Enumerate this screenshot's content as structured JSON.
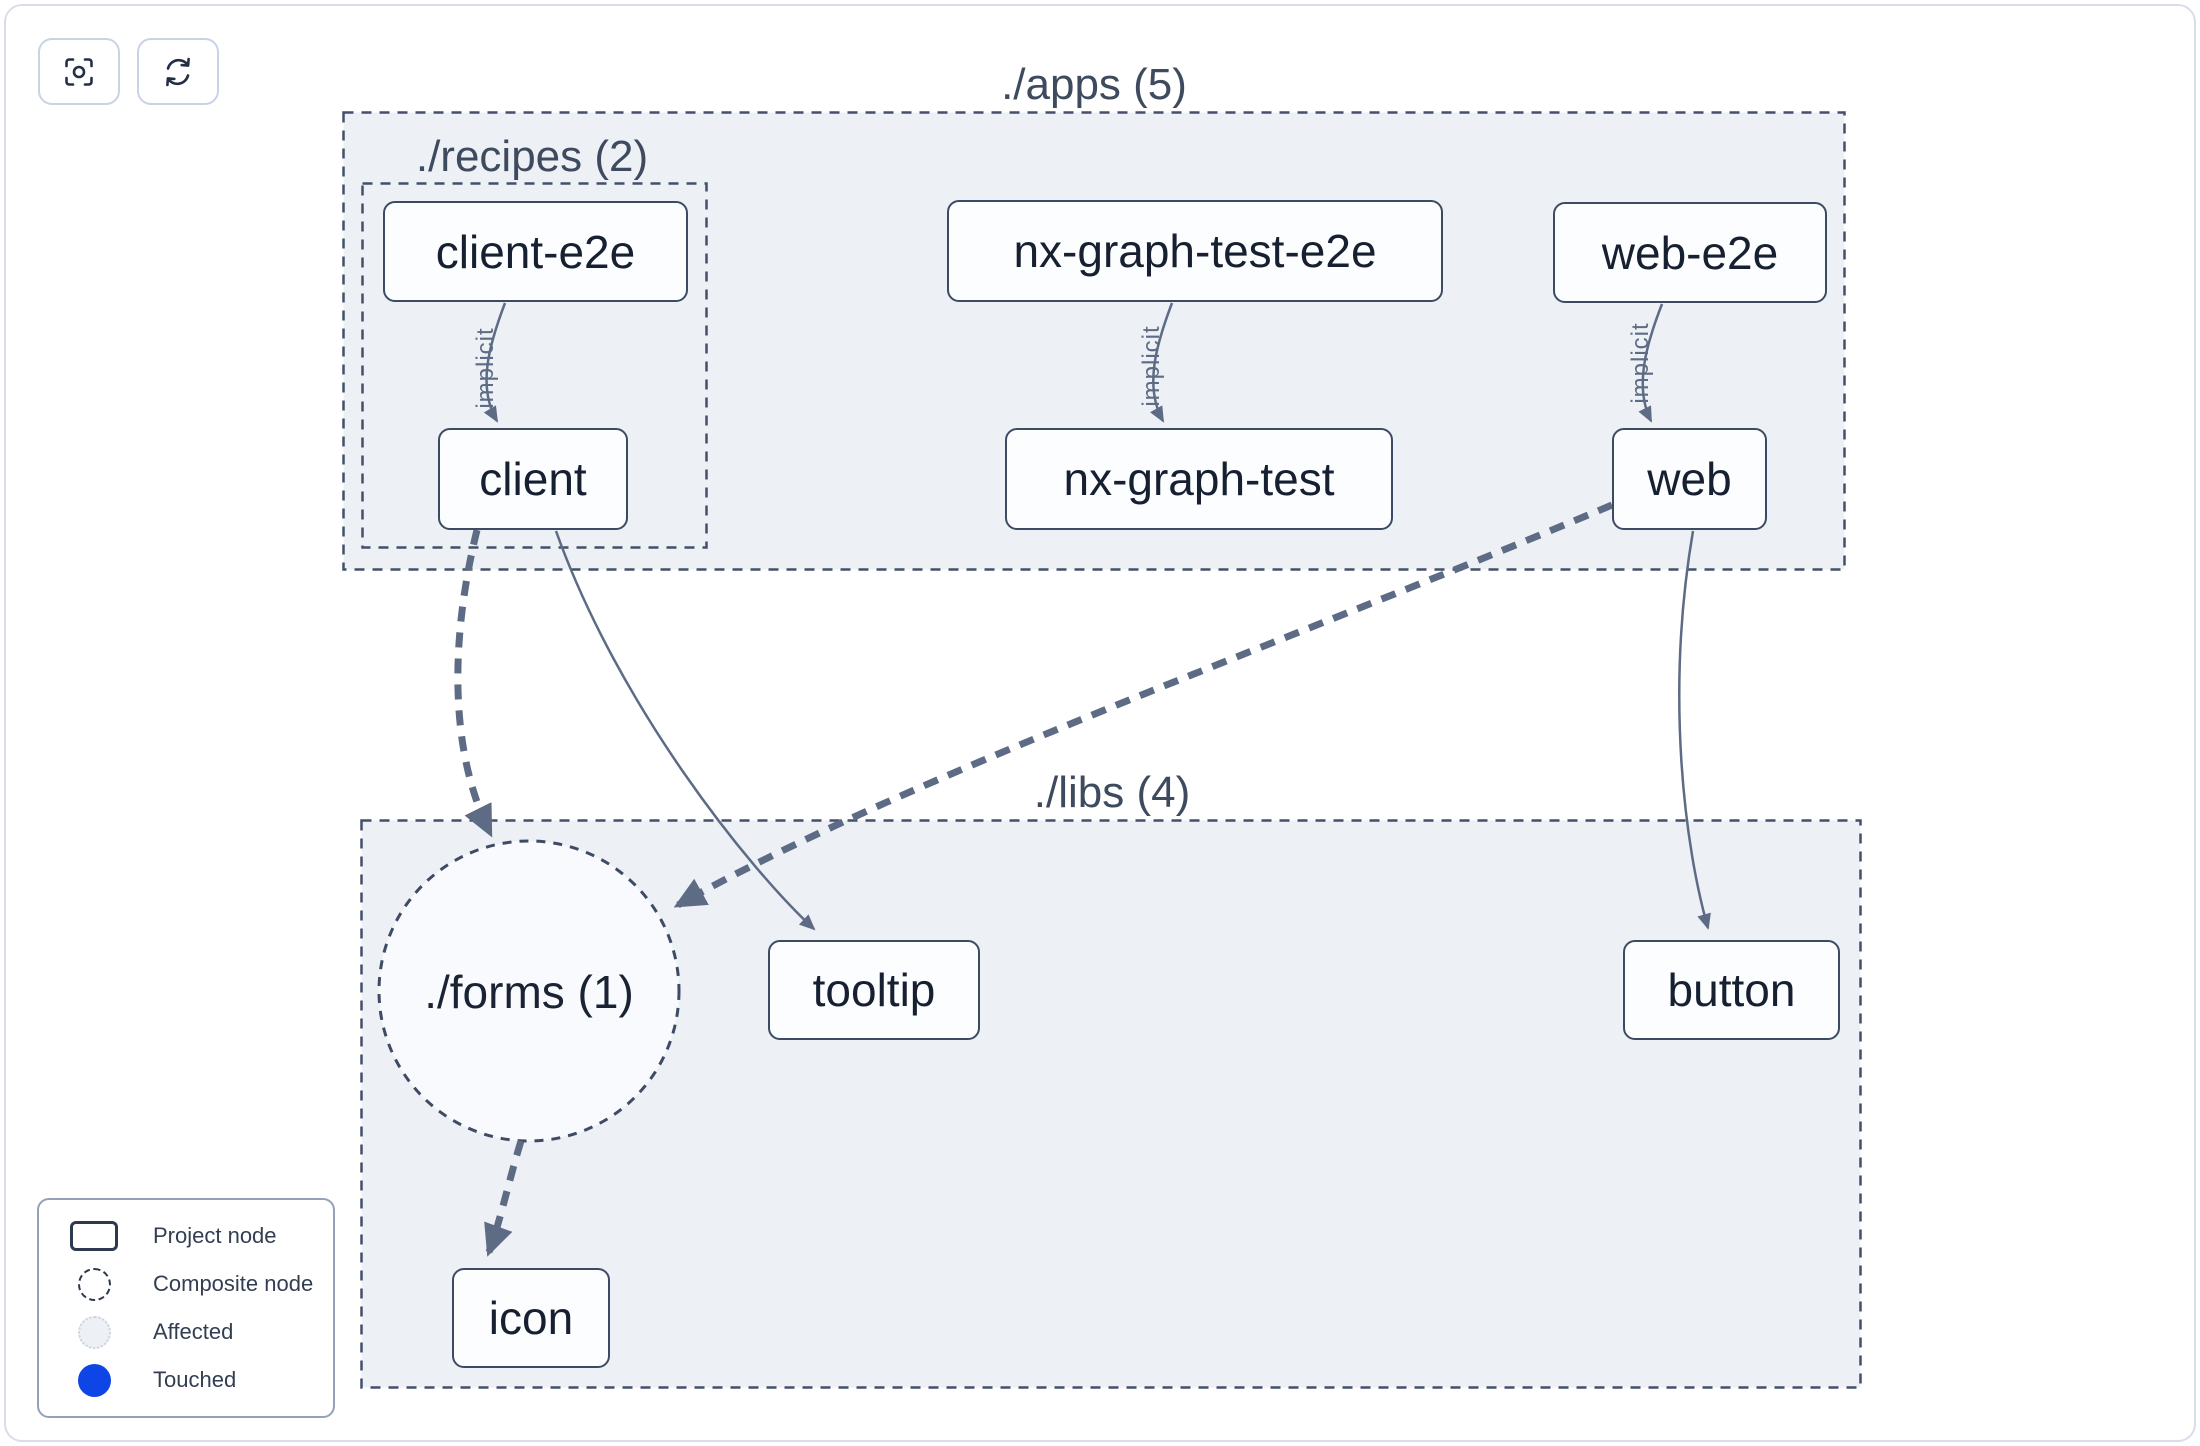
{
  "toolbar": {
    "focus_icon": "focus-icon",
    "refresh_icon": "refresh-icon"
  },
  "graph": {
    "groups": {
      "apps": {
        "label": "./apps (5)"
      },
      "recipes": {
        "label": "./recipes (2)"
      },
      "libs": {
        "label": "./libs (4)"
      }
    },
    "composite_node": {
      "label": "./forms (1)"
    },
    "nodes": {
      "client_e2e": {
        "label": "client-e2e"
      },
      "nx_graph_test_e2e": {
        "label": "nx-graph-test-e2e"
      },
      "web_e2e": {
        "label": "web-e2e"
      },
      "client": {
        "label": "client"
      },
      "nx_graph_test": {
        "label": "nx-graph-test"
      },
      "web": {
        "label": "web"
      },
      "tooltip": {
        "label": "tooltip"
      },
      "button": {
        "label": "button"
      },
      "icon": {
        "label": "icon"
      }
    },
    "edge_label_implicit": "implicit"
  },
  "legend": {
    "items": [
      {
        "label": "Project node"
      },
      {
        "label": "Composite node"
      },
      {
        "label": "Affected"
      },
      {
        "label": "Touched"
      }
    ]
  },
  "colors": {
    "touched_blue": "#0d45e6",
    "affected_fill": "#edf0f5",
    "group_fill": "#edf1f6",
    "composite_fill": "#f8fafd",
    "edge": "#5d6b85",
    "node_border": "#3d4a63",
    "node_text": "#172031"
  }
}
